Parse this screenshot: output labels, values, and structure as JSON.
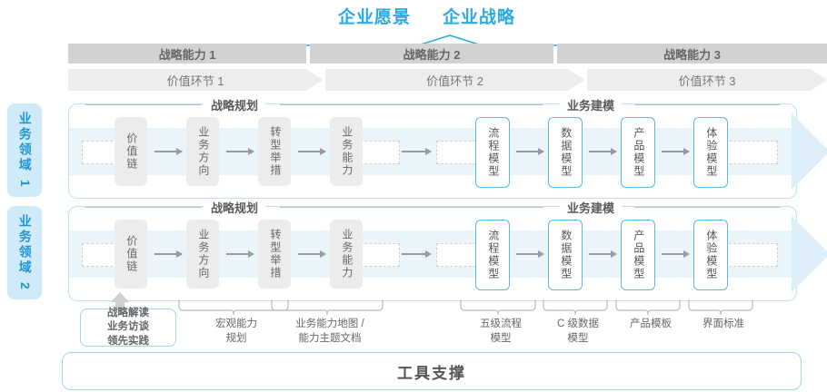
{
  "header": {
    "vision": "企业愿景",
    "strategy": "企业战略"
  },
  "capabilities": [
    {
      "label": "战略能力 1"
    },
    {
      "label": "战略能力 2"
    },
    {
      "label": "战略能力 3"
    }
  ],
  "value_chain": [
    {
      "label": "价值环节 1"
    },
    {
      "label": "价值环节 2"
    },
    {
      "label": "价值环节 3"
    }
  ],
  "domains": [
    {
      "label": "业务领域 1"
    },
    {
      "label": "业务领域 2"
    }
  ],
  "sections": {
    "planning": "战略规划",
    "modeling": "业务建模"
  },
  "nodes": {
    "planning": [
      "价值链",
      "业务方向",
      "转型举措",
      "业务能力"
    ],
    "modeling": [
      "流程模型",
      "数据模型",
      "产品模型",
      "体验模型"
    ]
  },
  "deliverables": [
    {
      "label": "宏观能力\n规划"
    },
    {
      "label": "业务能力地图 /\n能力主题文档"
    },
    {
      "label": "五级流程\n模型"
    },
    {
      "label": "C 级数据\n模型"
    },
    {
      "label": "产品模板"
    },
    {
      "label": "界面标准"
    }
  ],
  "interpretation_box": "战略解读\n业务访谈\n领先实践",
  "tool_support": "工具支撑",
  "colors": {
    "accent_blue": "#29abe2",
    "tab_blue": "#cfeaf8",
    "bar_gray": "#d2d2d2",
    "chevron_gray": "#ededed",
    "node_gray": "#ececec",
    "band_blue": "#eaf4fb",
    "border_blue": "#bfe2f2"
  }
}
